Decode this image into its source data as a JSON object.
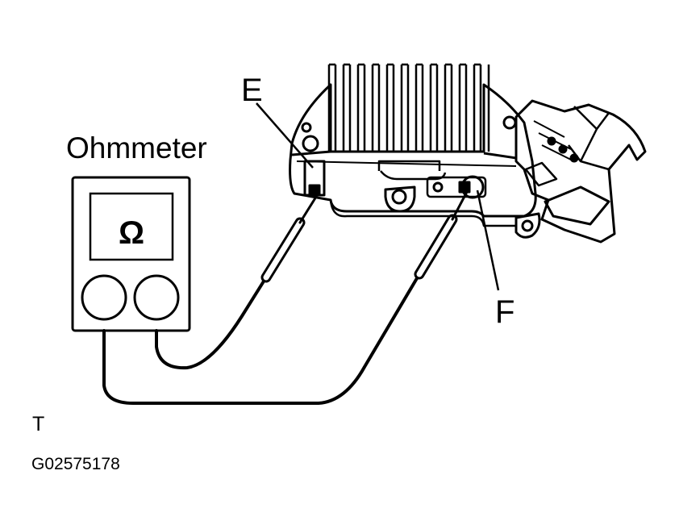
{
  "labels": {
    "meter_title": "Ohmmeter",
    "meter_symbol": "Ω",
    "terminal_e": "E",
    "terminal_f": "F",
    "corner_mark": "T",
    "figure_code": "G02575178"
  },
  "icons": {
    "meter": "ohmmeter-icon",
    "regulator": "ic-regulator-icon"
  },
  "colors": {
    "ink": "#000000",
    "paper": "#ffffff"
  }
}
